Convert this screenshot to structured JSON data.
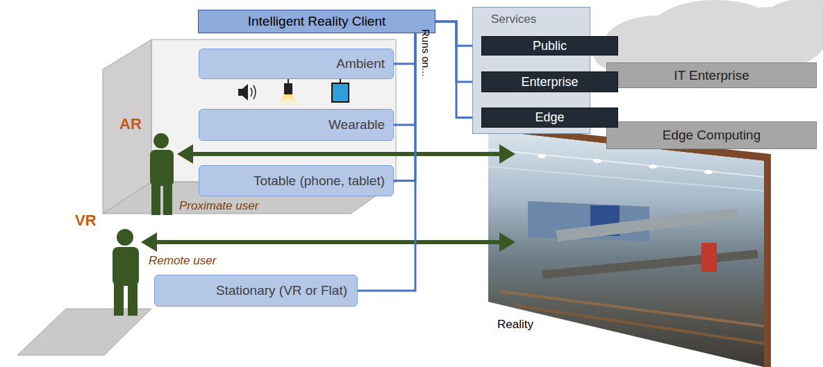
{
  "diagram": {
    "nodes": [
      {
        "text": [
          "Intelligent Reality Client"
        ]
      },
      {
        "text": [
          "Ambient"
        ]
      },
      {
        "text": [
          "Wearable"
        ]
      },
      {
        "text": [
          "Totable (phone, tablet)"
        ]
      },
      {
        "text": [
          "Stationary (VR or Flat)"
        ]
      },
      {
        "text": [
          "Services"
        ]
      },
      {
        "text": [
          "Public"
        ],
        "in": 5
      },
      {
        "text": [
          "Enterprise"
        ],
        "in": 5
      },
      {
        "text": [
          "Edge"
        ],
        "in": 5
      },
      {
        "text": [
          "IT Enterprise"
        ]
      },
      {
        "text": [
          "Edge Computing"
        ]
      }
    ],
    "edges": [
      {
        "from": 0,
        "to": 1,
        "arrow": "none"
      },
      {
        "from": 0,
        "to": 2,
        "arrow": "none"
      },
      {
        "from": 0,
        "to": 3,
        "arrow": "none"
      },
      {
        "from": 0,
        "to": 4,
        "arrow": "none"
      },
      {
        "from": 0,
        "to": 6,
        "arrow": "none"
      },
      {
        "from": 0,
        "to": 7,
        "arrow": "none"
      },
      {
        "from": 0,
        "to": 8,
        "arrow": "none"
      }
    ],
    "labels": [
      "Runs on...",
      "AR",
      "Proximate user",
      "VR",
      "Remote user",
      "Reality"
    ]
  }
}
